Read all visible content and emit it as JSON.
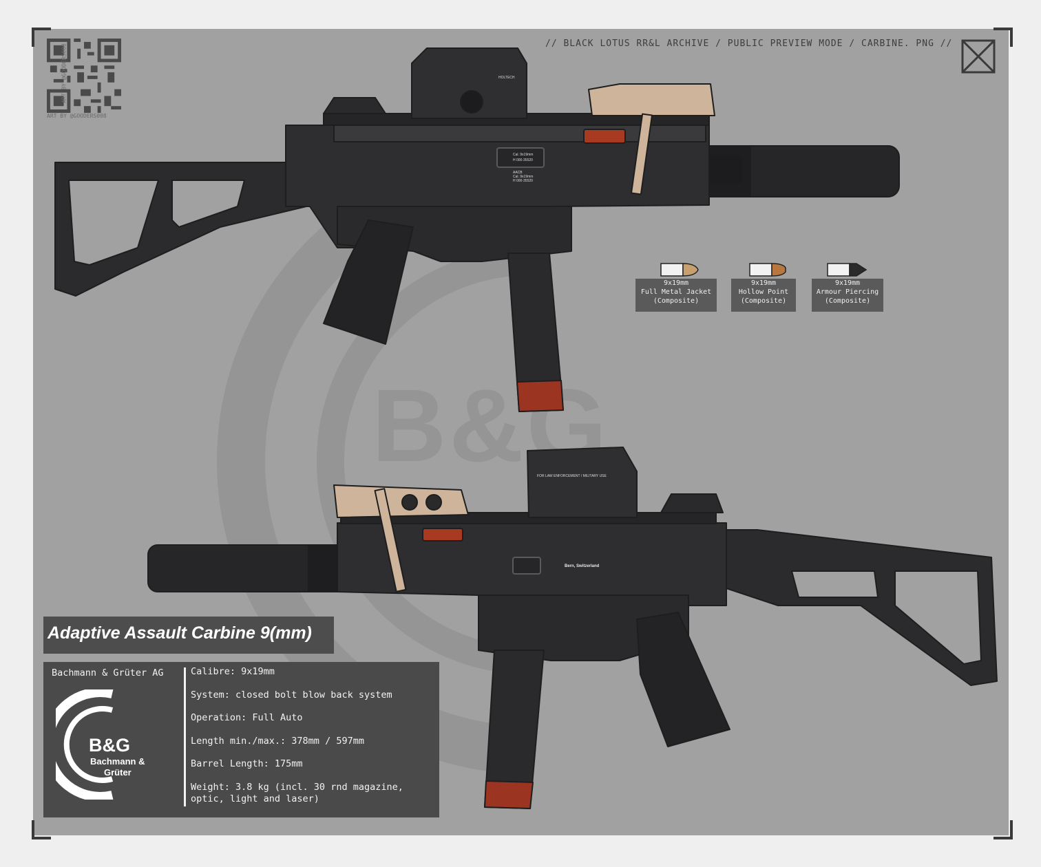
{
  "header": {
    "path_text": "// BLACK LOTUS RR&L ARCHIVE / PUBLIC PREVIEW MODE / CARBINE. PNG //"
  },
  "credit": {
    "text": "ART BY @GOODERS008"
  },
  "icons": {
    "qr": "qr-code-icon",
    "close": "x-box-icon",
    "watermark": "bg-logo-watermark",
    "logo": "bg-company-logo"
  },
  "watermark_text": "B&G",
  "gun_markings": {
    "top_receiver": [
      "Cal. 9x19mm",
      "H 000-35520",
      "AACB",
      "Cal. 9x19mm",
      "H 000-35520"
    ],
    "optic_top": "HOLTECH",
    "optic_bottom": "FOR LAW ENFORCEMENT / MILITARY USE",
    "receiver_bottom": "Bern, Switzerland"
  },
  "ammo": [
    {
      "calibre": "9x19mm",
      "type": "Full Metal Jacket",
      "note": "(Composite)",
      "tip_color": "#c8a070"
    },
    {
      "calibre": "9x19mm",
      "type": "Hollow Point",
      "note": "(Composite)",
      "tip_color": "#b8773e"
    },
    {
      "calibre": "9x19mm",
      "type": "Armour Piercing",
      "note": "(Composite)",
      "tip_color": "#2a2a2a"
    }
  ],
  "title": "Adaptive Assault Carbine 9(mm)",
  "manufacturer": "Bachmann & Grüter AG",
  "logo": {
    "mark": "B&G",
    "line1": "Bachmann &",
    "line2": "Grüter"
  },
  "specs": [
    "Calibre: 9x19mm",
    "System: closed bolt blow back system",
    "Operation: Full Auto",
    "Length min./max.: 378mm / 597mm",
    "Barrel Length: 175mm",
    "Weight: 3.8 kg (incl. 30 rnd magazine,",
    "optic, light and laser)"
  ],
  "colors": {
    "background": "#a1a1a1",
    "gun_body": "#2c2c2e",
    "accent_red": "#a83a22",
    "tan": "#cdb49a",
    "card": "#4a4a4a"
  }
}
